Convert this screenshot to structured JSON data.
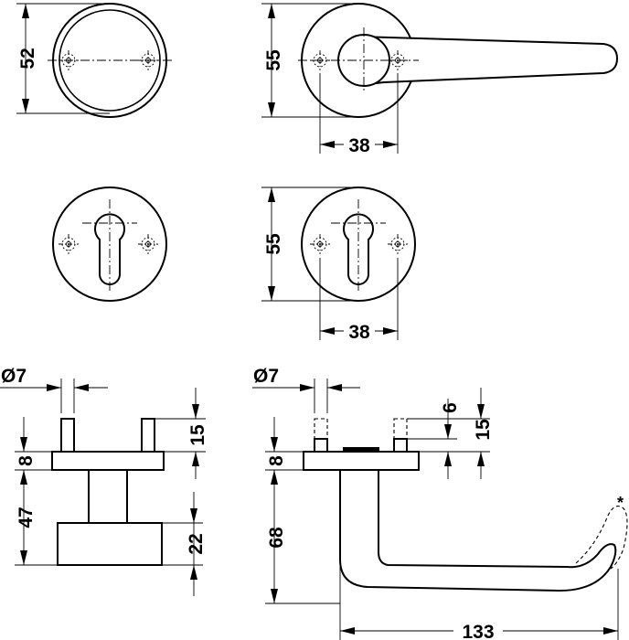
{
  "drawing": {
    "dimensions": {
      "rose_diameter": "52",
      "rose_diameter_handle": "55",
      "screw_spacing_handle": "38",
      "escutcheon_diameter": "55",
      "screw_spacing_escutcheon": "38",
      "pin_diameter_rose": "Ø7",
      "pin_diameter_handle": "Ø7",
      "rose_plate_thickness": "8",
      "rose_pin_length": "15",
      "rose_total_depth": "47",
      "rose_knob_height": "22",
      "handle_plate_thickness": "8",
      "handle_pin_length": "15",
      "handle_pin_short": "6",
      "handle_drop": "68",
      "handle_length": "133"
    },
    "footnote_marker": "*"
  }
}
